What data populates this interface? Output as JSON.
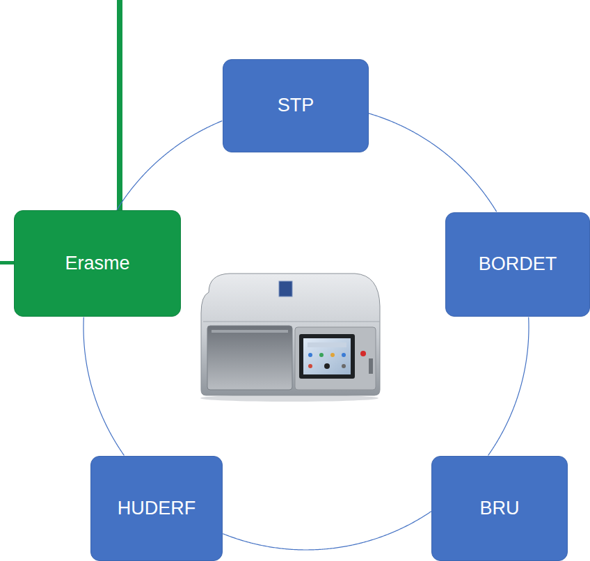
{
  "diagram": {
    "nodes": [
      {
        "text": [
          "STP"
        ]
      },
      {
        "text": [
          "Erasme"
        ]
      },
      {
        "text": [
          "BORDET"
        ]
      },
      {
        "text": [
          "HUDERF"
        ]
      },
      {
        "text": [
          "BRU"
        ]
      }
    ],
    "edges": [
      {
        "from": 0,
        "to": 2,
        "arrow": "none"
      },
      {
        "from": 2,
        "to": 4,
        "arrow": "none"
      },
      {
        "from": 4,
        "to": 3,
        "arrow": "none"
      },
      {
        "from": 3,
        "to": 1,
        "arrow": "none"
      },
      {
        "from": 1,
        "to": 0,
        "arrow": "none"
      }
    ]
  }
}
